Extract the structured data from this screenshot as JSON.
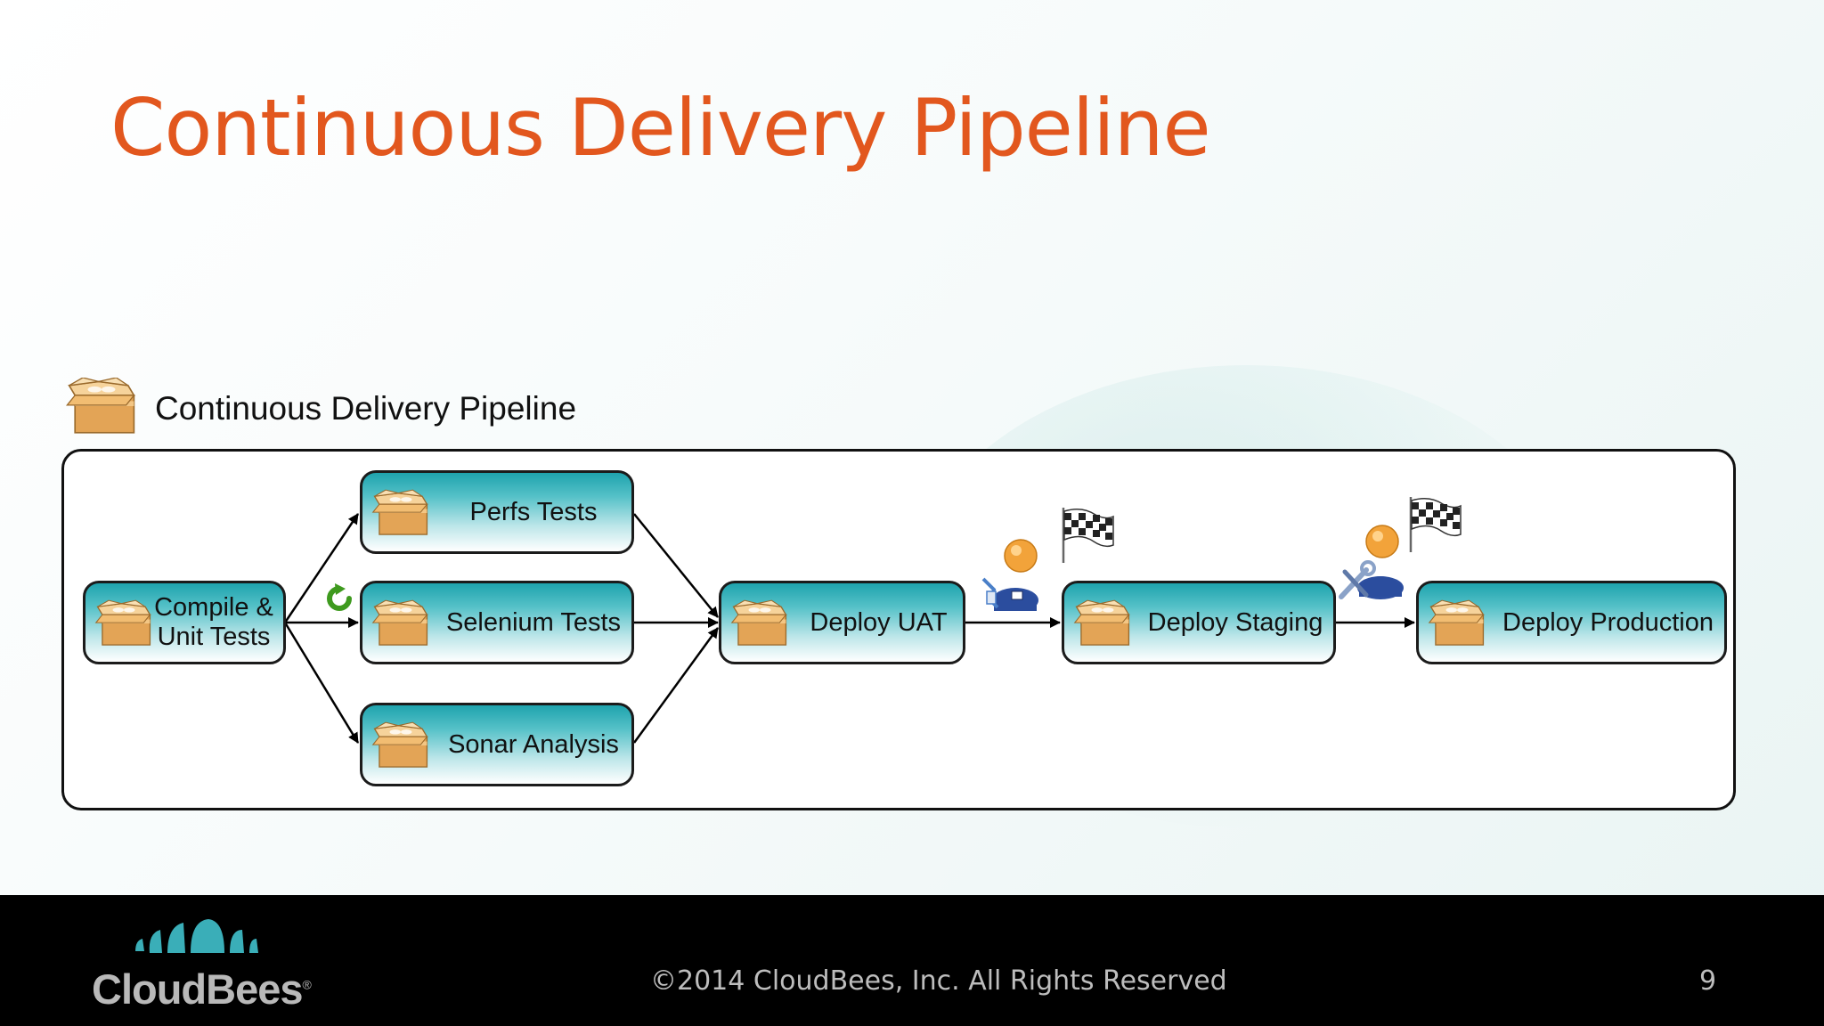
{
  "slide": {
    "title": "Continuous Delivery Pipeline",
    "pipeline_name": "Continuous Delivery Pipeline"
  },
  "stages": {
    "compile": {
      "label_line1": "Compile &",
      "label_line2": "Unit Tests"
    },
    "perfs": {
      "label": "Perfs Tests"
    },
    "selenium": {
      "label": "Selenium Tests"
    },
    "sonar": {
      "label": "Sonar Analysis"
    },
    "deploy_uat": {
      "label": "Deploy UAT"
    },
    "deploy_staging": {
      "label": "Deploy Staging"
    },
    "deploy_production": {
      "label": "Deploy Production"
    }
  },
  "footer": {
    "logo_text": "CloudBees",
    "copyright": "©2014 CloudBees, Inc. All Rights Reserved",
    "page_number": "9"
  },
  "icons": {
    "stage": "package-box-icon",
    "retry": "green-retry-arrow-icon",
    "approval": "person-icon",
    "milestone": "checkered-flag-icon"
  },
  "colors": {
    "title": "#e2571e",
    "stage_top": "#1fa3ad",
    "stage_bottom": "#ffffff",
    "footer_bg": "#000000",
    "footer_text": "#bdbdbd"
  }
}
